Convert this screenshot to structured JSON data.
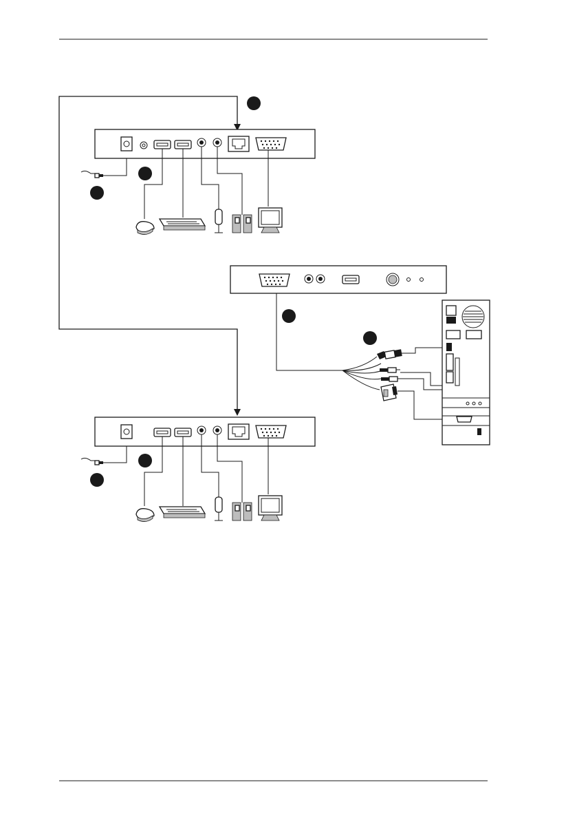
{
  "page": {
    "header_rule": true,
    "footer_rule": true
  },
  "diagram": {
    "description_items": {
      "top_receiver": {
        "ports": [
          "power-jack",
          "port-small",
          "usb-a",
          "usb-a",
          "audio",
          "audio",
          "rj45",
          "vga"
        ],
        "devices": [
          "power-adapter",
          "mouse",
          "keyboard",
          "microphone",
          "speakers",
          "monitor"
        ]
      },
      "transmitter": {
        "ports": [
          "vga",
          "audio",
          "audio",
          "usb-a",
          "power-jack",
          "led",
          "led"
        ]
      },
      "bottom_receiver": {
        "ports": [
          "power-jack",
          "usb-a",
          "usb-a",
          "audio",
          "audio",
          "rj45",
          "vga"
        ],
        "devices": [
          "power-adapter",
          "mouse",
          "keyboard",
          "microphone",
          "speakers",
          "monitor"
        ]
      },
      "computer": {
        "cable": "kvm-cable",
        "connectors": [
          "usb",
          "audio",
          "audio",
          "vga"
        ]
      }
    },
    "colors": {
      "line": "#1a1a1a",
      "fill": "#ffffff",
      "grey": "#bdbdbd"
    },
    "icons": [
      "power-plug-icon",
      "mouse-icon",
      "keyboard-icon",
      "microphone-icon",
      "speakers-icon",
      "monitor-icon",
      "computer-tower-icon",
      "callout-badge"
    ]
  }
}
